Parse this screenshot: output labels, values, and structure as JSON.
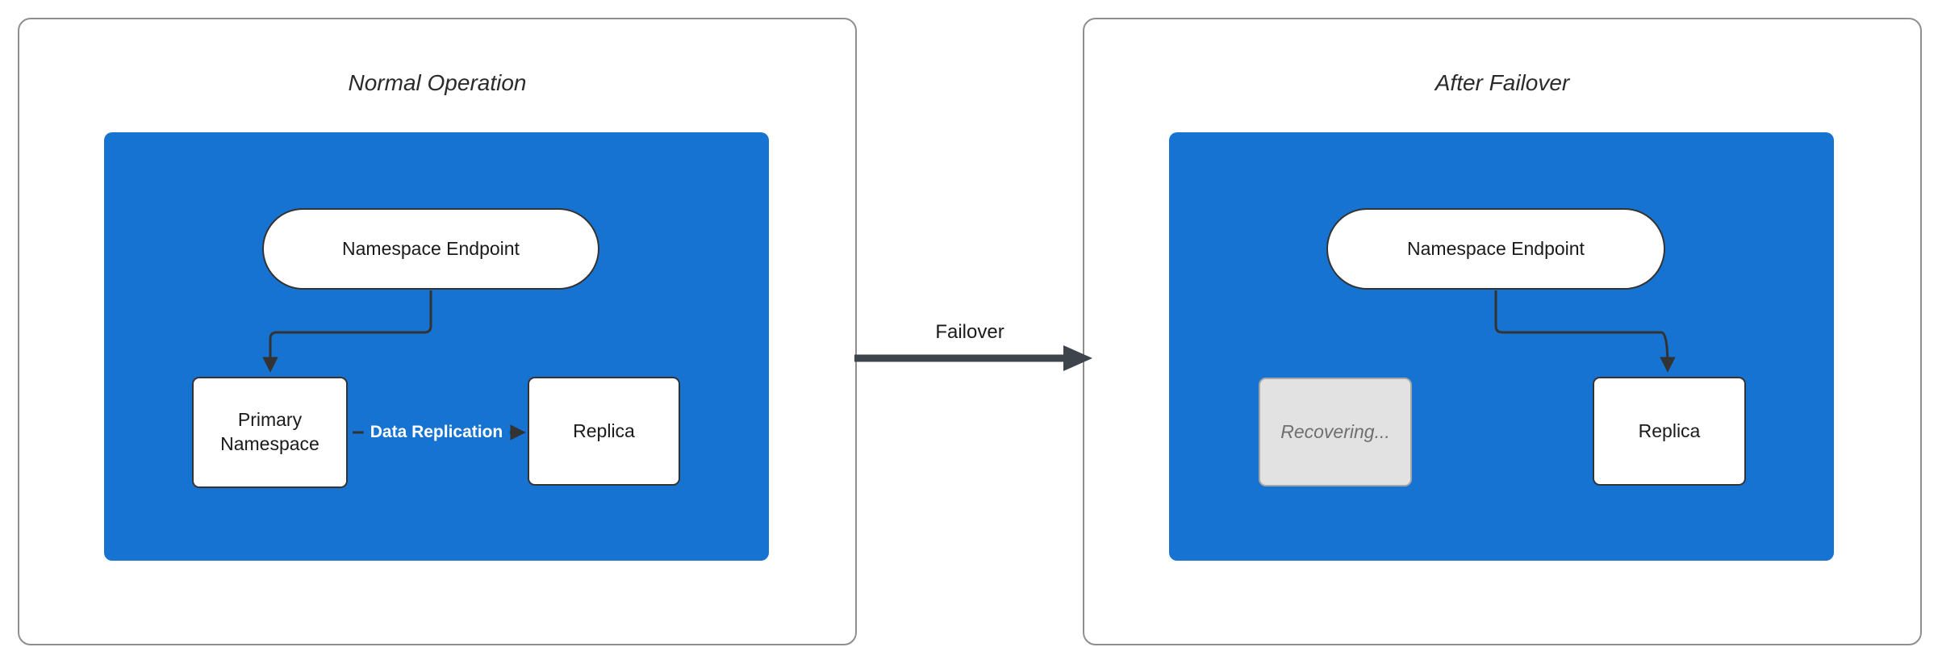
{
  "left": {
    "title": "Normal Operation",
    "endpoint": "Namespace Endpoint",
    "primary": "Primary Namespace",
    "replica": "Replica",
    "replication_label": "Data Replication"
  },
  "right": {
    "title": "After Failover",
    "endpoint": "Namespace Endpoint",
    "recovering": "Recovering...",
    "replica": "Replica"
  },
  "transition": {
    "label": "Failover"
  },
  "colors": {
    "container_blue": "#1673d2",
    "node_fill": "#ffffff",
    "node_border": "#333333",
    "recovering_fill": "#e2e2e2",
    "recovering_border": "#a6a6a6",
    "recovering_text": "#6f6f6f",
    "arrow": "#333333",
    "failover_arrow": "#3d444b",
    "panel_border": "#8f8f8f"
  }
}
